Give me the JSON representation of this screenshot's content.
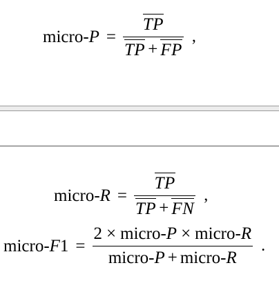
{
  "equations": {
    "micro_p": {
      "lhs": "micro-P",
      "lhs_prefix": "micro-",
      "lhs_var": "P",
      "eq": "=",
      "numerator": "TP",
      "den_a": "TP",
      "den_op": "+",
      "den_b": "FP",
      "punct": ","
    },
    "micro_r": {
      "lhs_prefix": "micro-",
      "lhs_var": "R",
      "eq": "=",
      "numerator": "TP",
      "den_a": "TP",
      "den_op": "+",
      "den_b": "FN",
      "punct": ","
    },
    "micro_f1": {
      "lhs_prefix": "micro-",
      "lhs_var": "F",
      "lhs_num": "1",
      "eq": "=",
      "num_coef": "2",
      "times": "×",
      "num_a_prefix": "micro-",
      "num_a_var": "P",
      "num_b_prefix": "micro-",
      "num_b_var": "R",
      "den_a_prefix": "micro-",
      "den_a_var": "P",
      "den_op": "+",
      "den_b_prefix": "micro-",
      "den_b_var": "R",
      "punct": "."
    }
  }
}
